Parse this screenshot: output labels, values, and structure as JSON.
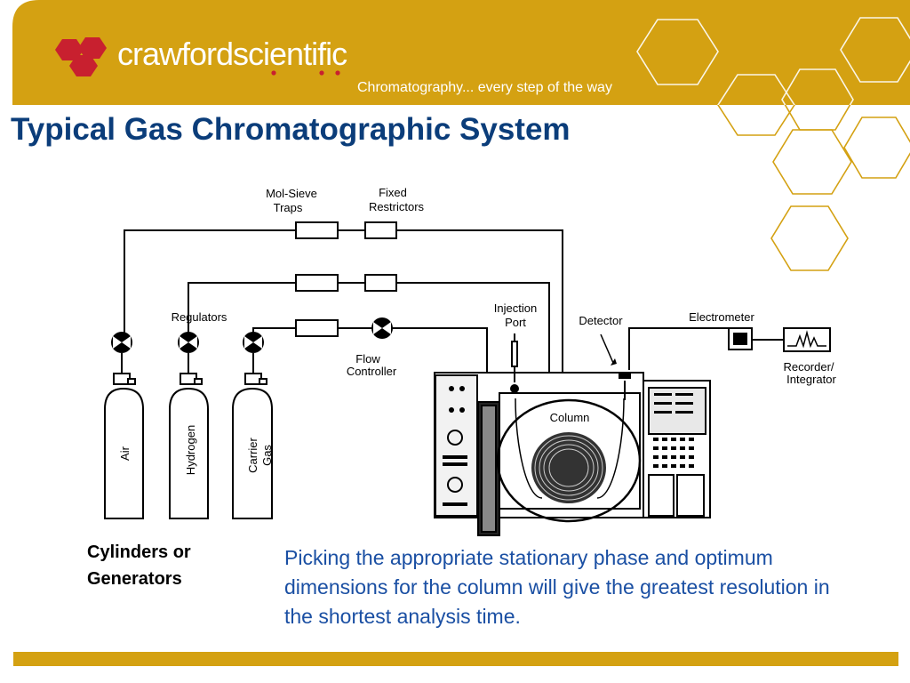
{
  "header": {
    "brand": "crawfordscientific",
    "tagline": "Chromatography... every step of the way",
    "title": "Typical Gas Chromatographic System",
    "colors": {
      "banner": "#d4a112",
      "title": "#0b3d7a",
      "logo_mark": "#c8202f",
      "body_text": "#1a4fa3"
    }
  },
  "diagram": {
    "labels": {
      "mol_sieve_1": "Mol-Sieve",
      "mol_sieve_2": "Traps",
      "fixed_1": "Fixed",
      "fixed_2": "Restrictors",
      "regulators": "Regulators",
      "flow_1": "Flow",
      "flow_2": "Controller",
      "injection_1": "Injection",
      "injection_2": "Port",
      "detector": "Detector",
      "electrometer": "Electrometer",
      "recorder_1": "Recorder/",
      "recorder_2": "Integrator",
      "column": "Column",
      "air": "Air",
      "hydrogen": "Hydrogen",
      "carrier_1": "Carrier",
      "carrier_2": "Gas"
    }
  },
  "caption": {
    "line1": "Cylinders or",
    "line2": "Generators"
  },
  "body": {
    "text": "Picking the appropriate stationary phase and optimum dimensions for the column will give the greatest resolution in the shortest analysis time."
  }
}
